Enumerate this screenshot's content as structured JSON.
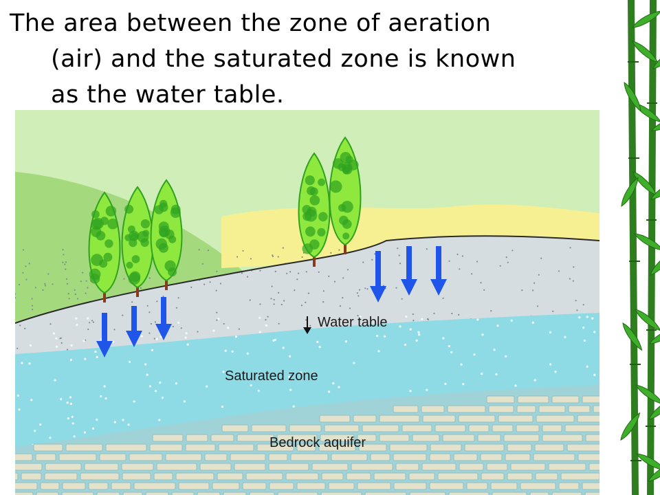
{
  "slide": {
    "title_lines": [
      "The area between the zone of aeration",
      "(air) and the saturated zone is known",
      "as the water table."
    ]
  },
  "diagram": {
    "labels": {
      "water_table": "Water table",
      "saturated_zone": "Saturated zone",
      "bedrock_aquifer": "Bedrock aquifer"
    },
    "colors": {
      "sky": "#cfeeb8",
      "hill": "#a4d97e",
      "sand": "#f7f092",
      "aeration": "#d6dde0",
      "saturated": "#8edbe6",
      "bedrock_mortar": "#9fd3d8",
      "bedrock_stone": "#e4e2ca",
      "arrow": "#1f55e8",
      "tree_light": "#8ee83e",
      "tree_dark": "#2fa21f",
      "trunk": "#8a3a1a"
    }
  }
}
